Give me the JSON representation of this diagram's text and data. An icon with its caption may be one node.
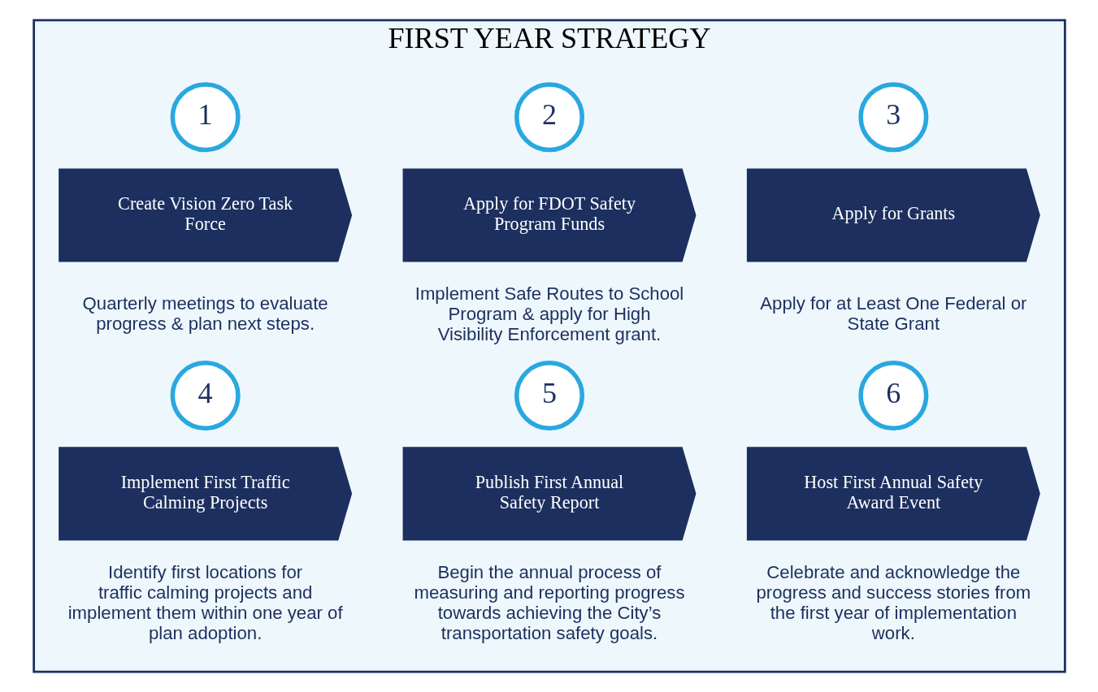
{
  "diagram": {
    "nodes": [
      {
        "text": [
          "FIRST YEAR STRATEGY"
        ]
      },
      {
        "text": [
          "1"
        ],
        "in": 0
      },
      {
        "text": [
          "Create Vision Zero Task Force"
        ],
        "in": 0,
        "beside": [
          "Quarterly meetings to evaluate progress & plan next steps."
        ]
      },
      {
        "text": [
          "2"
        ],
        "in": 0
      },
      {
        "text": [
          "Apply for FDOT Safety Program Funds"
        ],
        "in": 0,
        "beside": [
          "Implement Safe Routes to School Program & apply for High Visibility Enforcement grant."
        ]
      },
      {
        "text": [
          "3"
        ],
        "in": 0
      },
      {
        "text": [
          "Apply for Grants"
        ],
        "in": 0,
        "beside": [
          "Apply for at Least One Federal or State Grant"
        ]
      },
      {
        "text": [
          "4"
        ],
        "in": 0
      },
      {
        "text": [
          "Implement First Traffic Calming Projects"
        ],
        "in": 0,
        "beside": [
          "Identify first locations for traffic calming projects and implement them within one year of plan adoption."
        ]
      },
      {
        "text": [
          "5"
        ],
        "in": 0
      },
      {
        "text": [
          "Publish First Annual Safety Report"
        ],
        "in": 0,
        "beside": [
          "Begin the annual process of measuring and reporting progress towards achieving the City’s transportation safety goals."
        ]
      },
      {
        "text": [
          "6"
        ],
        "in": 0
      },
      {
        "text": [
          "Host First Annual Safety Award Event"
        ],
        "in": 0,
        "beside": [
          "Celebrate and acknowledge the progress and success stories from the first year of implementation work."
        ]
      }
    ],
    "edges": []
  }
}
